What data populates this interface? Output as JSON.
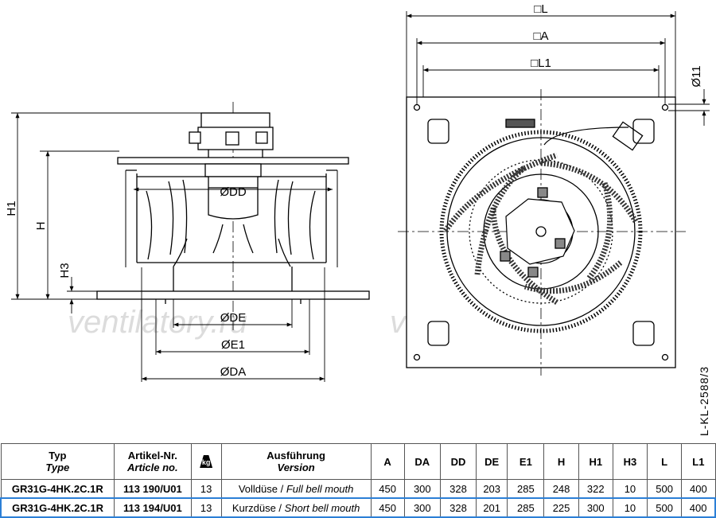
{
  "watermark": "ventilatory.ru",
  "drawing_code": "L-KL-2588/3",
  "side_view": {
    "labels": {
      "h1": "H1",
      "h": "H",
      "h3": "H3",
      "dd": "ØDD",
      "de": "ØDE",
      "e1": "ØE1",
      "da": "ØDA"
    }
  },
  "front_view": {
    "labels": {
      "l": "□L",
      "a": "□A",
      "l1": "□L1",
      "hole": "Ø11"
    }
  },
  "table": {
    "headers": {
      "typ": "Typ",
      "type": "Type",
      "artikel": "Artikel-Nr.",
      "article": "Article no.",
      "weight_unit": "kg",
      "ausfuehrung": "Ausführung",
      "version": "Version",
      "a": "A",
      "da": "DA",
      "dd": "DD",
      "de": "DE",
      "e1": "E1",
      "h": "H",
      "h1": "H1",
      "h3": "H3",
      "l": "L",
      "l1": "L1"
    },
    "rows": [
      {
        "type": "GR31G-4HK.2C.1R",
        "article": "113 190/U01",
        "weight": "13",
        "version_de": "Volldüse / ",
        "version_en": "Full bell mouth",
        "a": "450",
        "da": "300",
        "dd": "328",
        "de": "203",
        "e1": "285",
        "h": "248",
        "h1": "322",
        "h3": "10",
        "l": "500",
        "l1": "400"
      },
      {
        "type": "GR31G-4HK.2C.1R",
        "article": "113 194/U01",
        "weight": "13",
        "version_de": "Kurzdüse / ",
        "version_en": "Short bell mouth",
        "a": "450",
        "da": "300",
        "dd": "328",
        "de": "201",
        "e1": "285",
        "h": "225",
        "h1": "300",
        "h3": "10",
        "l": "500",
        "l1": "400"
      }
    ]
  }
}
